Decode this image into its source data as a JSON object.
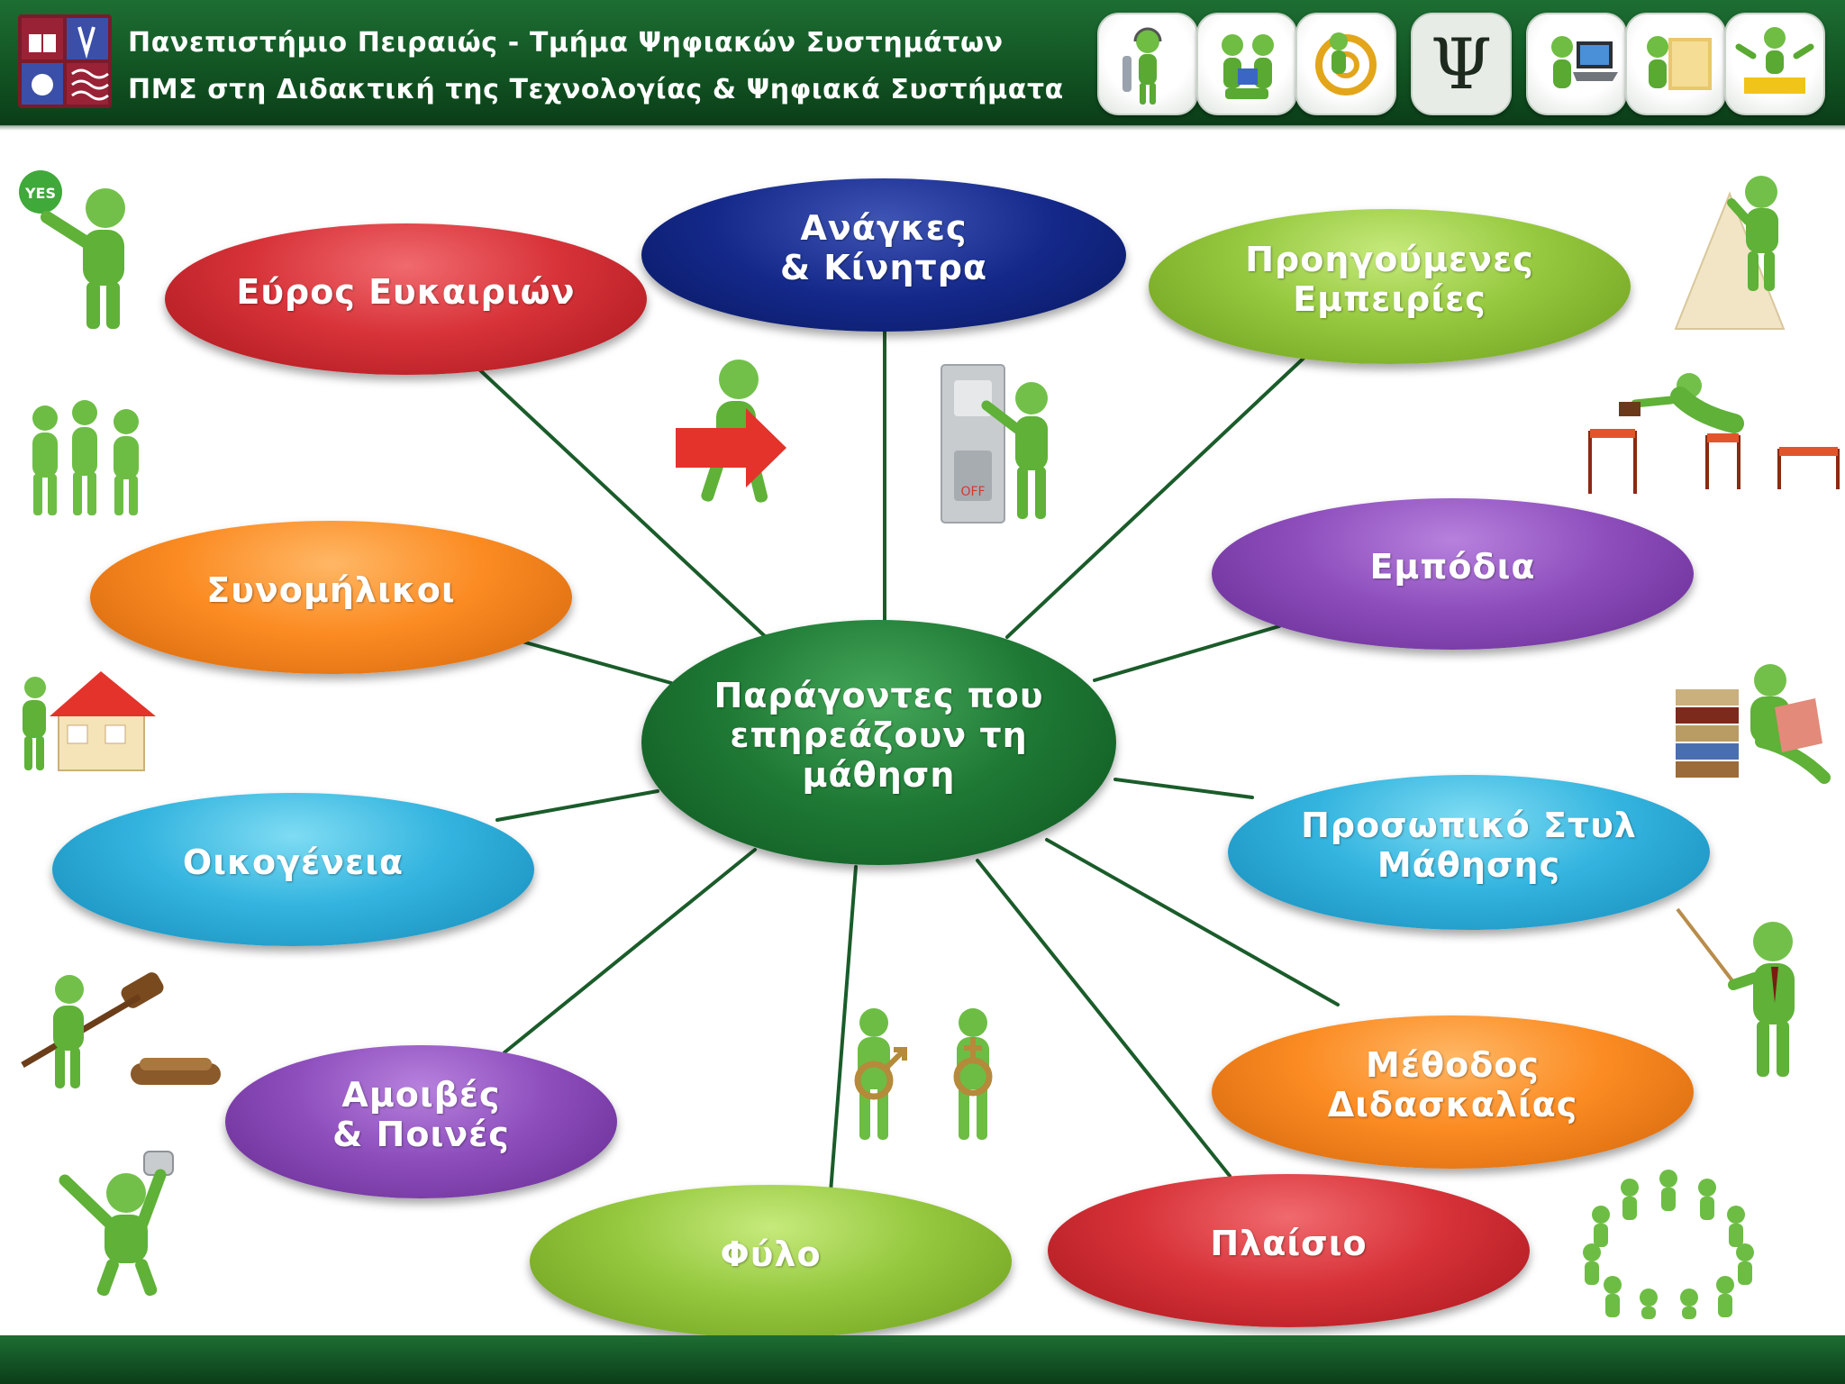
{
  "header": {
    "title_line1": "Πανεπιστήμιο Πειραιώς - Τμήμα Ψηφιακών Συστημάτων",
    "title_line2": "ΠΜΣ στη Διδακτική της Τεχνολογίας & Ψηφιακά Συστήματα",
    "psi_symbol": "Ψ",
    "icons": [
      "figure-headset-icon",
      "figures-reading-icon",
      "at-sign-figure-icon",
      "psi-logo-icon",
      "figure-laptop-icon",
      "figure-folder-icon",
      "figure-puzzle-icon"
    ]
  },
  "diagram": {
    "center": "Παράγοντες που\nεπηρεάζουν τη\nμάθηση",
    "nodes": {
      "needs": "Ανάγκες\n& Κίνητρα",
      "opportunities": "Εύρος Ευκαιριών",
      "prior": "Προηγούμενες\nΕμπειρίες",
      "obstacles": "Εμπόδια",
      "peers": "Συνομήλικοι",
      "style": "Προσωπικό Στυλ\nΜάθησης",
      "family": "Οικογένεια",
      "method": "Μέθοδος\nΔιδασκαλίας",
      "rewards": "Αμοιβές\n& Ποινές",
      "gender": "Φύλο",
      "context": "Πλαίσιο"
    },
    "colors": {
      "line": "#1a5c2a",
      "header": "#125a26"
    }
  },
  "clipart": {
    "yes_text": "YES",
    "off_text": "OFF"
  }
}
